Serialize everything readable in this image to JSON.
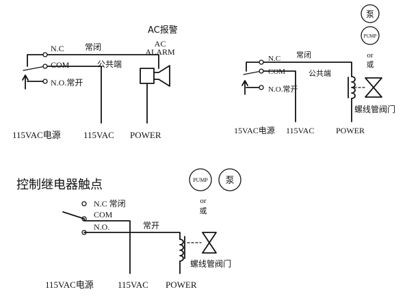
{
  "diagram_1": {
    "title": "AC报警",
    "nc": "N.C",
    "nc_cn": "常闭",
    "com": "COM",
    "com_cn": "公共端",
    "no": "N.O.常开",
    "alarm_line1": "AC",
    "alarm_line2": "ALARM",
    "bottom_left": "115VAC电源",
    "bottom_mid": "115VAC",
    "bottom_right": "POWER"
  },
  "diagram_2": {
    "pump_cn": "泵",
    "pump": "PUMP",
    "or": "or",
    "or_cn": "或",
    "nc": "N.C",
    "nc_cn": "常闭",
    "com": "COM",
    "com_cn": "公共端",
    "no": "N.O.常开",
    "valve": "螺线管阀门",
    "bottom_left": "15VAC电源",
    "bottom_mid": "115VAC",
    "bottom_right": "POWER"
  },
  "diagram_3": {
    "title": "控制继电器触点",
    "pump": "PUMP",
    "pump_cn": "泵",
    "or": "or",
    "or_cn": "或",
    "nc_full": "N.C  常闭",
    "com": "COM",
    "no": "N.O.",
    "no_cn": "常开",
    "valve": "螺线管阀门",
    "bottom_left": "115VAC电源",
    "bottom_mid": "115VAC",
    "bottom_right": "POWER"
  }
}
